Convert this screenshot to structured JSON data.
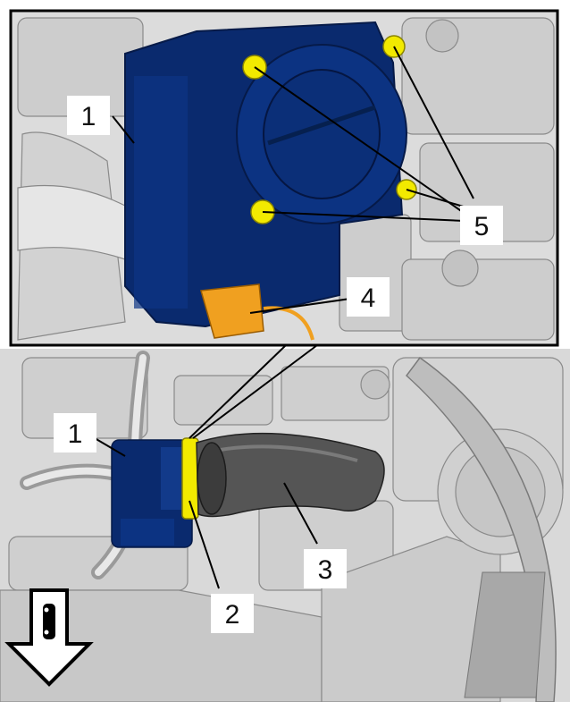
{
  "figure": {
    "inset_callouts": [
      {
        "id": "throttle-body",
        "label": "1"
      },
      {
        "id": "connector",
        "label": "4"
      },
      {
        "id": "bolts",
        "label": "5"
      }
    ],
    "main_callouts": [
      {
        "id": "throttle-body",
        "label": "1"
      },
      {
        "id": "clamp",
        "label": "2"
      },
      {
        "id": "air-duct",
        "label": "3"
      }
    ]
  },
  "colors": {
    "throttle_body": "#0a2a6e",
    "bolt_highlight": "#f2ea00",
    "connector": "#f0a020",
    "clamp": "#f2ea00",
    "background_parts": "#d6d6d6",
    "line_art": "#8a8a8a"
  },
  "icons": [
    "front-direction-arrow-icon",
    "vehicle-outline-icon"
  ]
}
